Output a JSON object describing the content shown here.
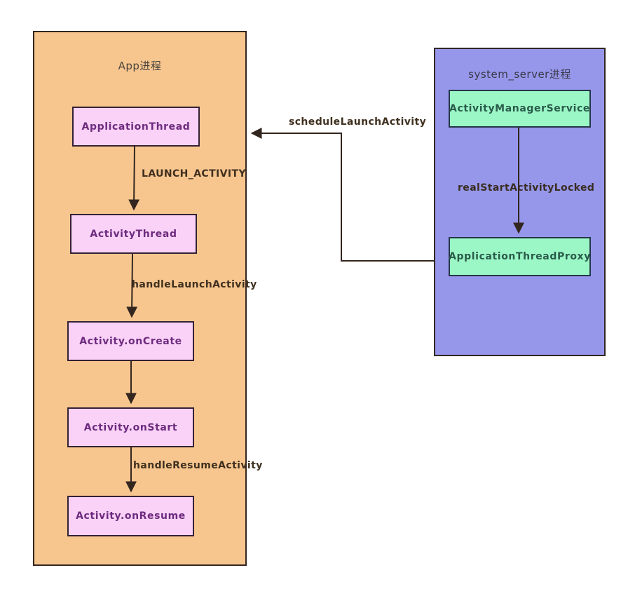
{
  "diagram": {
    "app_process": {
      "title": "App进程",
      "nodes": [
        "ApplicationThread",
        "ActivityThread",
        "Activity.onCreate",
        "Activity.onStart",
        "Activity.onResume"
      ],
      "edge_labels": {
        "applicationthread_to_activitythread": "LAUNCH_ACTIVITY",
        "activitythread_to_oncreate": "handleLaunchActivity",
        "onstart_to_onresume": "handleResumeActivity"
      }
    },
    "system_server_process": {
      "title": "system_server进程",
      "nodes": [
        "ActivityManagerService",
        "ApplicationThreadProxy"
      ],
      "edge_labels": {
        "ams_to_proxy": "realStartActivityLocked"
      }
    },
    "cross_process_edge_label": "scheduleLaunchActivity",
    "colors": {
      "app_container_fill": "#f7c68f",
      "app_node_fill": "#fad2f8",
      "app_node_text": "#6d2b7e",
      "server_container_fill": "#9697ea",
      "server_node_fill": "#9bf7c6",
      "server_node_text": "#2a5b4b",
      "line": "#33261f",
      "edge_label_text": "#40301f"
    }
  }
}
